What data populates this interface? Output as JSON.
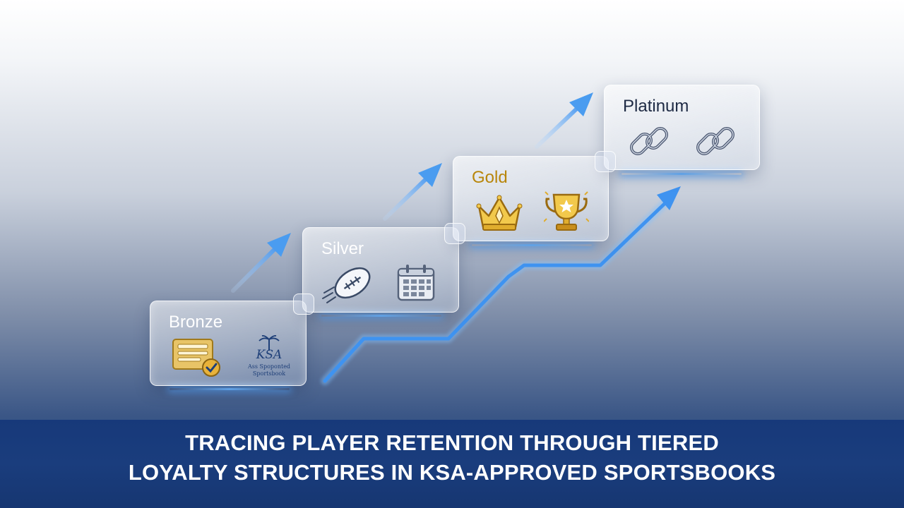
{
  "tiers": [
    {
      "name": "Bronze",
      "color": "#ffffff",
      "icons": [
        "checklist-icon",
        "ksa-logo-icon"
      ]
    },
    {
      "name": "Silver",
      "color": "#ffffff",
      "icons": [
        "football-icon",
        "calendar-icon"
      ]
    },
    {
      "name": "Gold",
      "color": "#b8860b",
      "icons": [
        "crown-icon",
        "trophy-icon"
      ]
    },
    {
      "name": "Platinum",
      "color": "#1e2a44",
      "icons": [
        "chain-link-icon",
        "chain-link-icon"
      ]
    }
  ],
  "ksa_logo": {
    "mark": "KSA",
    "line1": "Ass Spoponted",
    "line2": "Sportsbook"
  },
  "headline": {
    "line1": "TRACING PLAYER RETENTION THROUGH TIERED",
    "line2": "LOYALTY STRUCTURES IN KSA-APPROVED SPORTSBOOKS"
  },
  "colors": {
    "accent_blue": "#4a9cf0",
    "banner": "#1a3d7d",
    "gold": "#d4a017"
  }
}
